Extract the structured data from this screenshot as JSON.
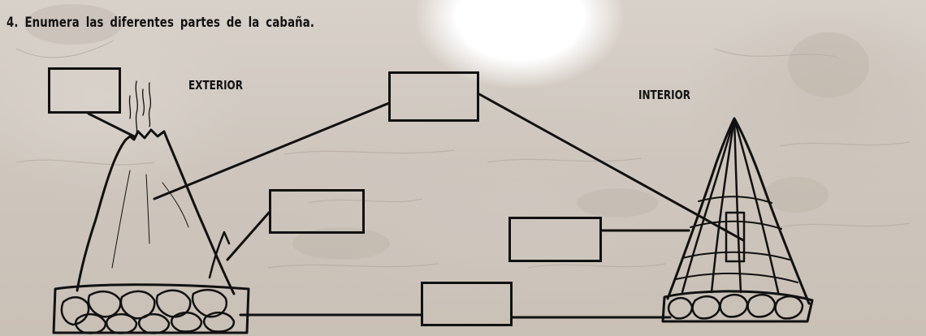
{
  "worksheet": {
    "title": "4. Enumera las diferentes partes de la cabaña.",
    "labels": {
      "exterior": "EXTERIOR",
      "interior": "INTERIOR"
    },
    "answer_boxes": [
      {
        "id": "top-left",
        "value": ""
      },
      {
        "id": "top-center",
        "value": ""
      },
      {
        "id": "mid-left",
        "value": ""
      },
      {
        "id": "mid-right",
        "value": ""
      },
      {
        "id": "bottom",
        "value": ""
      }
    ]
  }
}
